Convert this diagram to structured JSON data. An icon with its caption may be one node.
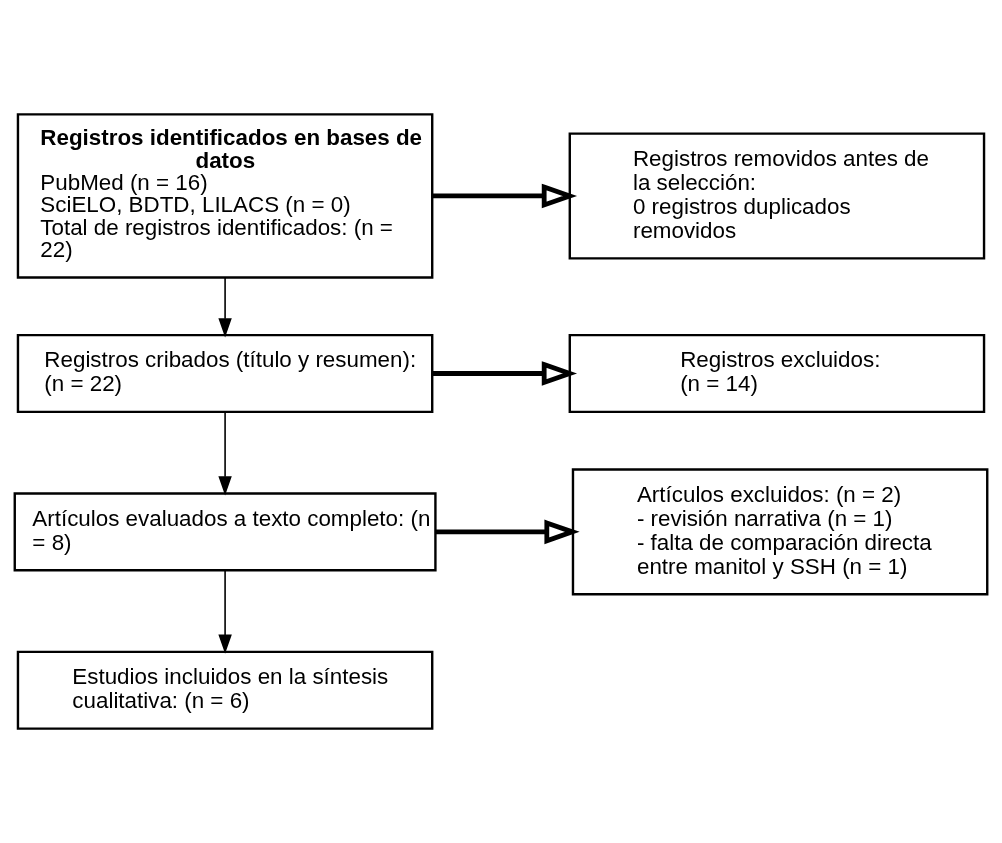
{
  "diagram": {
    "nodes": [
      {
        "text": [
          "Registros identificados en bases de datos",
          "PubMed (n = 16)",
          "SciELO, BDTD, LILACS (n = 0)",
          "Total de registros identificados: (n = 22)"
        ]
      },
      {
        "text": [
          "Registros removidos antes de la selección:",
          "0 registros duplicados removidos"
        ]
      },
      {
        "text": [
          "Registros cribados (título y resumen): (n = 22)"
        ]
      },
      {
        "text": [
          "Registros excluidos:",
          "(n = 14)"
        ]
      },
      {
        "text": [
          "Artículos evaluados a texto completo: (n = 8)"
        ]
      },
      {
        "text": [
          "Artículos excluidos: (n = 2)",
          "- revisión narrativa (n = 1)",
          "- falta de comparación directa entre manitol y SSH (n = 1)"
        ]
      },
      {
        "text": [
          "Estudios incluidos en la síntesis cualitativa: (n = 6)"
        ]
      }
    ],
    "edges": [
      {
        "from": 0,
        "to": 1,
        "arrow": "to",
        "style": "thick"
      },
      {
        "from": 0,
        "to": 2,
        "arrow": "to"
      },
      {
        "from": 2,
        "to": 3,
        "arrow": "to",
        "style": "thick"
      },
      {
        "from": 2,
        "to": 4,
        "arrow": "to"
      },
      {
        "from": 4,
        "to": 5,
        "arrow": "to",
        "style": "thick"
      },
      {
        "from": 4,
        "to": 6,
        "arrow": "to"
      }
    ]
  }
}
